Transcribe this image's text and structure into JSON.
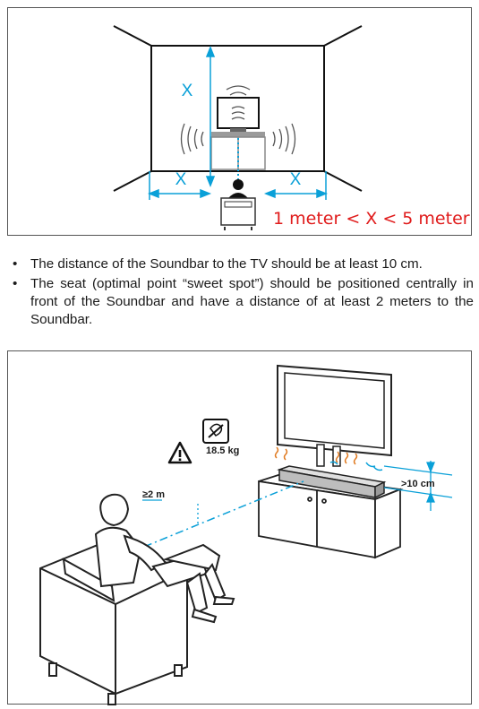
{
  "top_figure": {
    "distance_symbol": "X",
    "range_label": "1 meter < X < 5 meter",
    "range_color": "#e01b1b",
    "accent_color": "#0aa0d8"
  },
  "notes": [
    "The distance of the Soundbar to the TV should be at least 10 cm.",
    "The seat (optimal point “sweet spot”) should be positioned cen­trally in front of the Soundbar and have a distance of at least 2 meters to the Soundbar."
  ],
  "bottom_figure": {
    "weight_label": "18.5 kg",
    "seat_distance_label": "≥2 m",
    "tv_distance_label": ">10 cm",
    "icons": [
      "warning-icon",
      "weight-icon"
    ]
  }
}
